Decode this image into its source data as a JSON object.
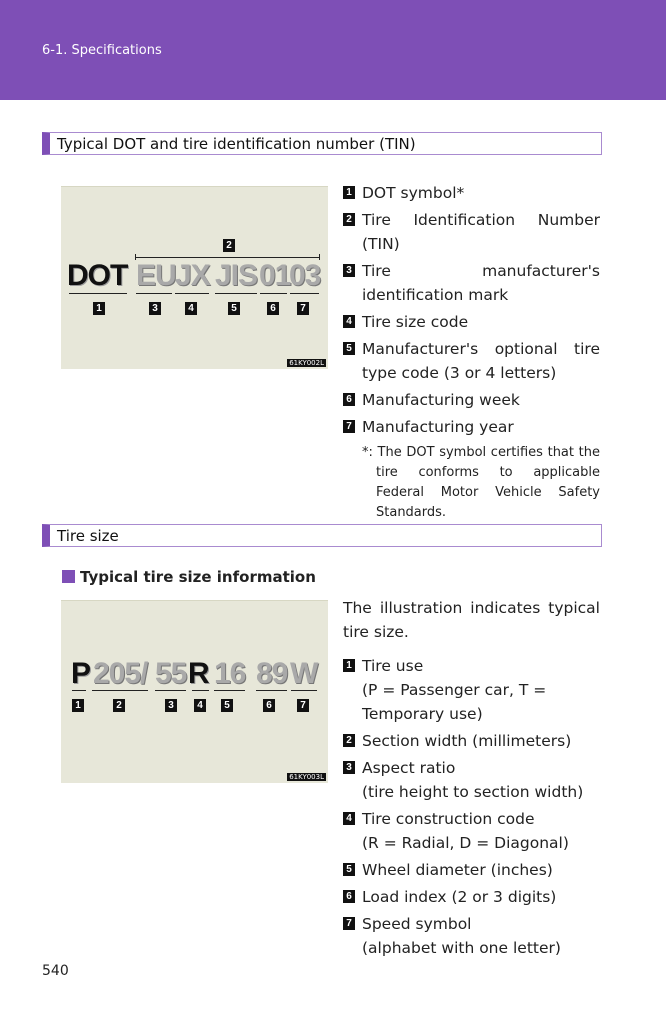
{
  "header": {
    "title": "6-1. Specifications"
  },
  "section1": {
    "title": "Typical DOT and tire identification number (TIN)",
    "figure": {
      "dot": "DOT",
      "p3": "EU",
      "p4": "JX",
      "p5": "JIS",
      "p6": "01",
      "p7": "03",
      "ref": "61KY002L"
    },
    "items": [
      {
        "n": "1",
        "text": "DOT symbol*"
      },
      {
        "n": "2",
        "text": "Tire Identification Number (TIN)"
      },
      {
        "n": "3",
        "text": "Tire manufacturer's identification mark"
      },
      {
        "n": "4",
        "text": "Tire size code"
      },
      {
        "n": "5",
        "text": "Manufacturer's optional tire type code (3 or 4 letters)"
      },
      {
        "n": "6",
        "text": "Manufacturing week"
      },
      {
        "n": "7",
        "text": "Manufacturing year"
      }
    ],
    "note": "*: The DOT symbol certifies that the tire conforms to applicable Federal Motor Vehicle Safety Standards."
  },
  "section2": {
    "title": "Tire size",
    "subtitle": "Typical tire size information",
    "figure": {
      "p1": "P",
      "p2": "205/",
      "p3": "55",
      "p4": "R",
      "p5": "16",
      "p6": "89",
      "p7": "W",
      "ref": "61KY003L"
    },
    "intro": "The illustration indicates typical tire size.",
    "items": [
      {
        "n": "1",
        "text": "Tire use",
        "detail": "(P = Passenger car, T = Temporary use)"
      },
      {
        "n": "2",
        "text": "Section width (millimeters)"
      },
      {
        "n": "3",
        "text": "Aspect ratio",
        "detail": "(tire height to section width)"
      },
      {
        "n": "4",
        "text": "Tire construction code",
        "detail": "(R = Radial, D = Diagonal)"
      },
      {
        "n": "5",
        "text": "Wheel diameter (inches)"
      },
      {
        "n": "6",
        "text": "Load index (2 or 3 digits)"
      },
      {
        "n": "7",
        "text": "Speed symbol",
        "detail": "(alphabet with one letter)"
      }
    ]
  },
  "page_number": "540"
}
